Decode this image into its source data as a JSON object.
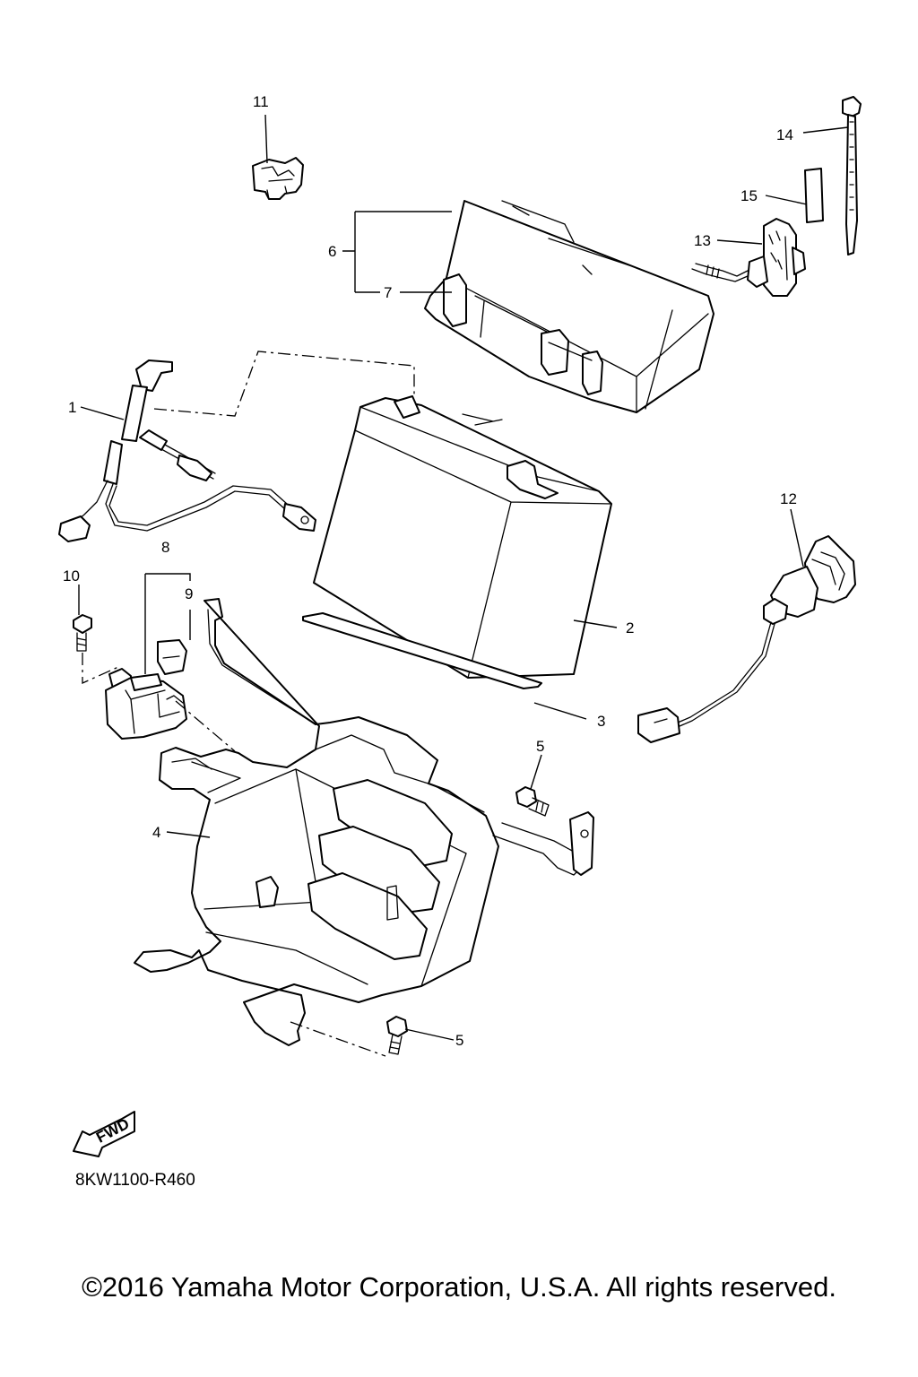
{
  "diagram": {
    "callouts": {
      "c1": "1",
      "c2": "2",
      "c3": "3",
      "c4": "4",
      "c5a": "5",
      "c5b": "5",
      "c6": "6",
      "c7": "7",
      "c8": "8",
      "c9": "9",
      "c10": "10",
      "c11": "11",
      "c12": "12",
      "c13": "13",
      "c14": "14",
      "c15": "15"
    },
    "fwd_label": "FWD",
    "reference_code": "8KW1100-R460",
    "copyright": "©2016 Yamaha Motor Corporation, U.S.A. All rights reserved."
  }
}
